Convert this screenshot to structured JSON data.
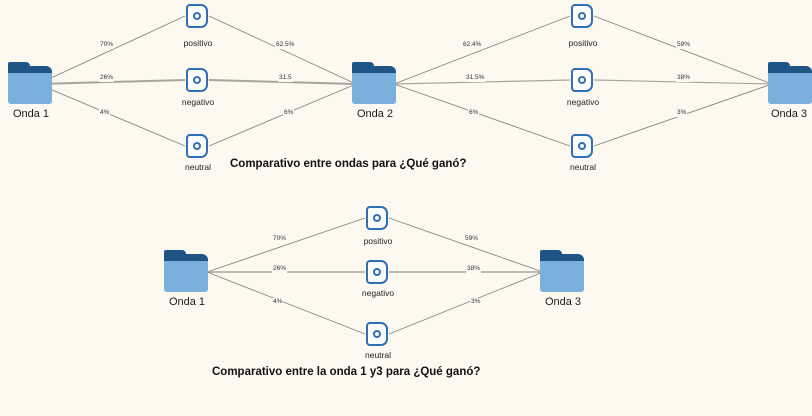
{
  "background_color": "#fdf9f1",
  "accent_color": "#2f6fb5",
  "folder_body_color": "#7cb0dc",
  "folder_tab_color": "#1f5585",
  "diagrams": [
    {
      "id": "top-diagram",
      "caption": "Comparativo entre ondas para ¿Qué ganó?",
      "stage_nodes": [
        "positivo",
        "negativo",
        "neutral"
      ],
      "waves": [
        "Onda 1",
        "Onda 2",
        "Onda 3"
      ],
      "edges": {
        "wave1_to_nodes": [
          "70%",
          "26%",
          "4%"
        ],
        "nodes_to_wave2": [
          "62.5%",
          "31.5",
          "6%"
        ],
        "wave2_to_nodes": [
          "62.4%",
          "31.5%",
          "6%"
        ],
        "nodes_to_wave3": [
          "59%",
          "38%",
          "3%"
        ]
      }
    },
    {
      "id": "bottom-diagram",
      "caption": "Comparativo entre la onda 1 y3 para ¿Qué ganó?",
      "stage_nodes": [
        "positivo",
        "negativo",
        "neutral"
      ],
      "waves": [
        "Onda 1",
        "Onda 3"
      ],
      "edges": {
        "wave1_to_nodes": [
          "70%",
          "26%",
          "4%"
        ],
        "nodes_to_wave3": [
          "59%",
          "38%",
          "3%"
        ]
      }
    }
  ],
  "chart_data": {
    "type": "diagram",
    "title": "Comparativo entre ondas para ¿Qué ganó?",
    "description": "Sankey-style flow diagrams comparing response categories (positivo, negativo, neutral) across survey waves",
    "categories": [
      "positivo",
      "negativo",
      "neutral"
    ],
    "flows": [
      {
        "from": "Onda 1",
        "to": "positivo",
        "value": "70%"
      },
      {
        "from": "Onda 1",
        "to": "negativo",
        "value": "26%"
      },
      {
        "from": "Onda 1",
        "to": "neutral",
        "value": "4%"
      },
      {
        "from": "positivo",
        "to": "Onda 2",
        "value": "62.5%"
      },
      {
        "from": "negativo",
        "to": "Onda 2",
        "value": "31.5"
      },
      {
        "from": "neutral",
        "to": "Onda 2",
        "value": "6%"
      },
      {
        "from": "Onda 2",
        "to": "positivo",
        "value": "62.4%"
      },
      {
        "from": "Onda 2",
        "to": "negativo",
        "value": "31.5%"
      },
      {
        "from": "Onda 2",
        "to": "neutral",
        "value": "6%"
      },
      {
        "from": "positivo",
        "to": "Onda 3",
        "value": "59%"
      },
      {
        "from": "negativo",
        "to": "Onda 3",
        "value": "38%"
      },
      {
        "from": "neutral",
        "to": "Onda 3",
        "value": "3%"
      }
    ]
  }
}
